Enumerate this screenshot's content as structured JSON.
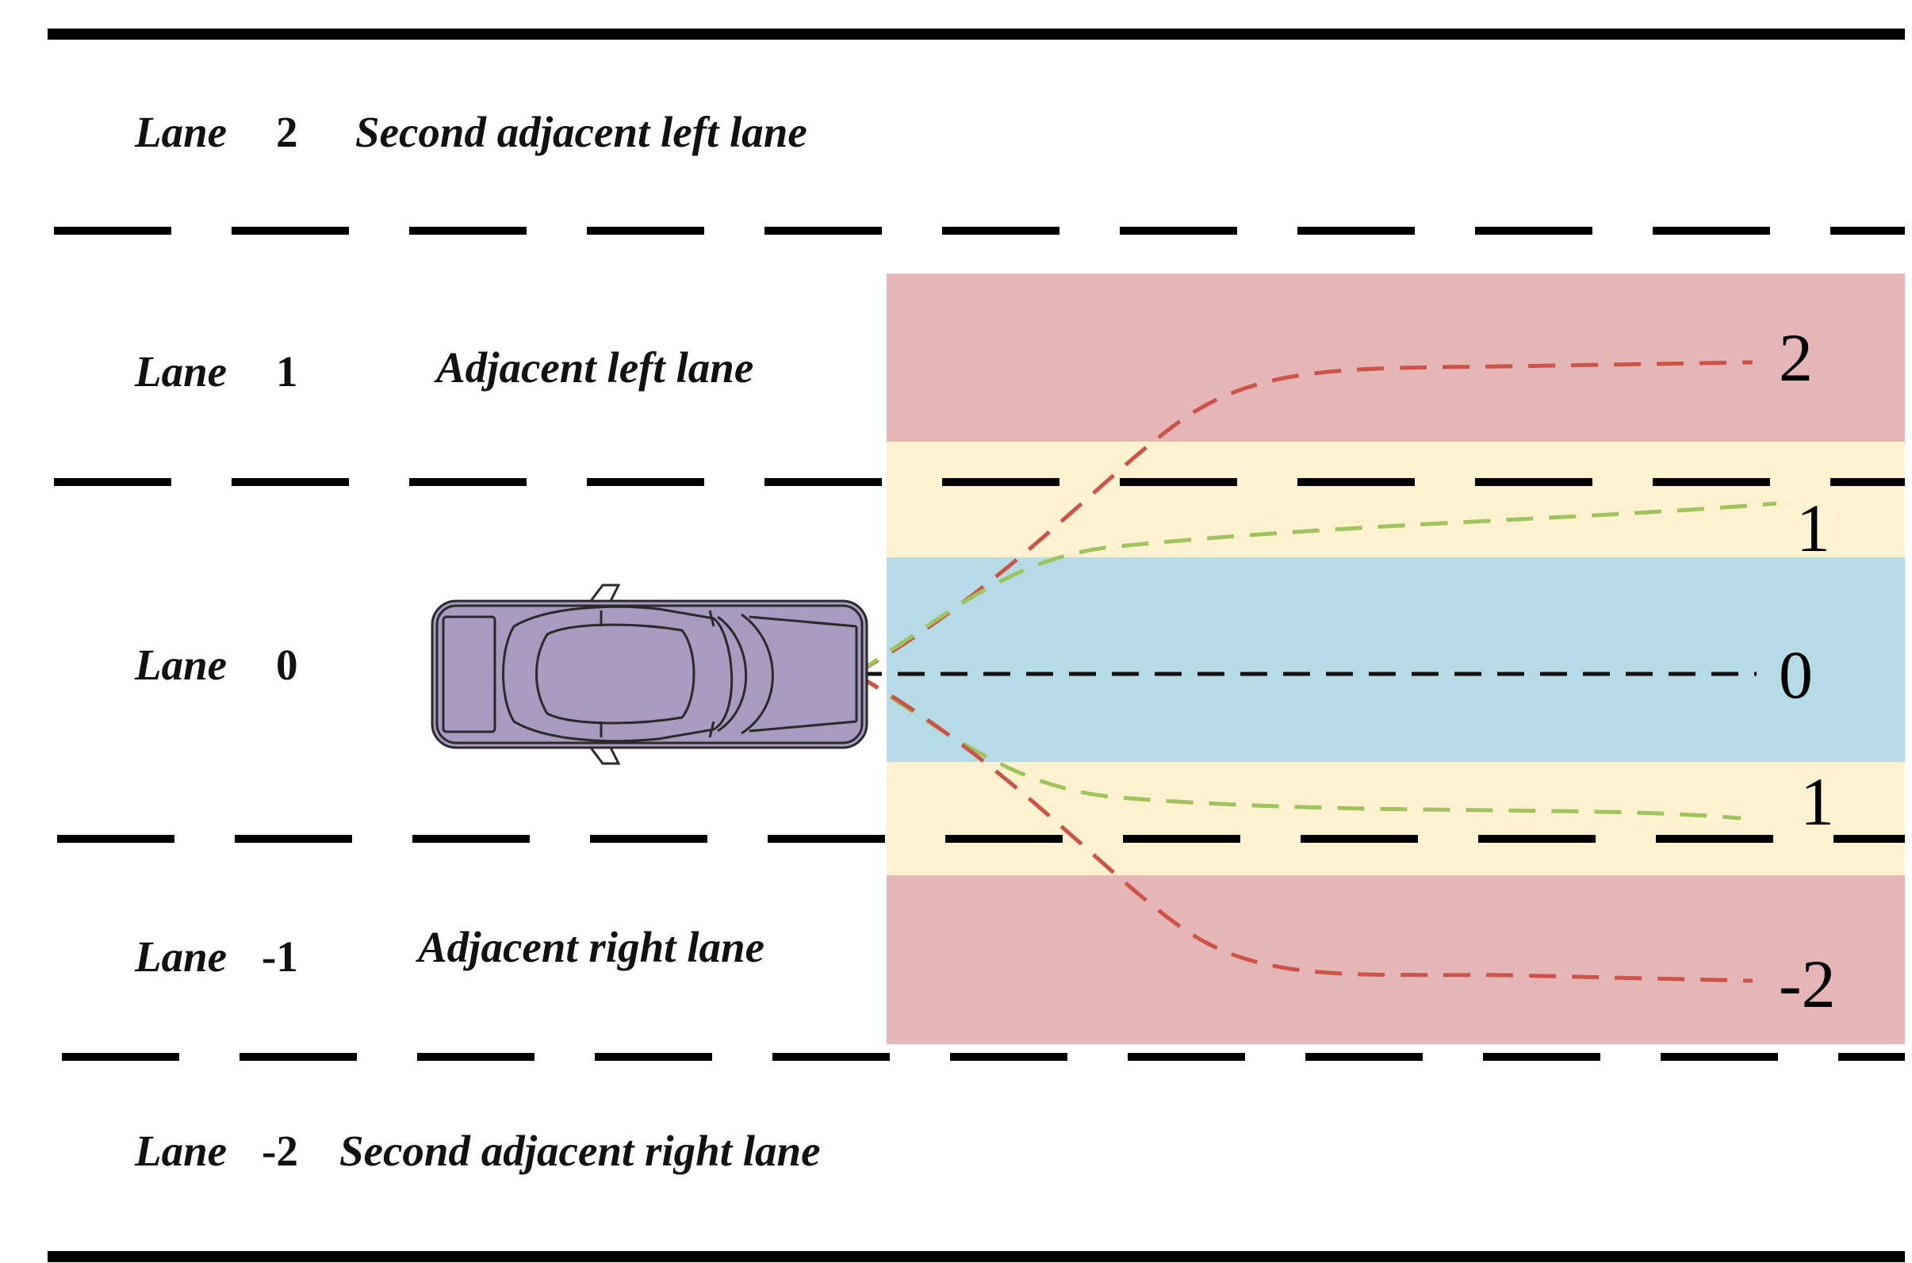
{
  "lanes": [
    {
      "id": "lane-2",
      "word": "Lane",
      "number": "2",
      "description": "Second adjacent left lane"
    },
    {
      "id": "lane-1",
      "word": "Lane",
      "number": "1",
      "description": "Adjacent left lane"
    },
    {
      "id": "lane-0",
      "word": "Lane",
      "number": "0",
      "description": ""
    },
    {
      "id": "lane-m1",
      "word": "Lane",
      "number": "-1",
      "description": "Adjacent right lane"
    },
    {
      "id": "lane-m2",
      "word": "Lane",
      "number": "-2",
      "description": "Second adjacent right lane"
    }
  ],
  "trajectory_labels": {
    "left_far": "2",
    "left_near": "1",
    "center": "0",
    "right_near": "1",
    "right_far": "-2"
  },
  "colors": {
    "far_zone": "#e5b6b5",
    "near_zone": "#fdf1cf",
    "center_zone": "#b5dce6",
    "red_trajectory": "#cd5349",
    "green_trajectory": "#9fc35d",
    "center_trajectory": "#111111",
    "vehicle_body": "#a99bc0",
    "road_line": "#000000"
  },
  "vehicle": {
    "icon": "car-topview-icon"
  }
}
